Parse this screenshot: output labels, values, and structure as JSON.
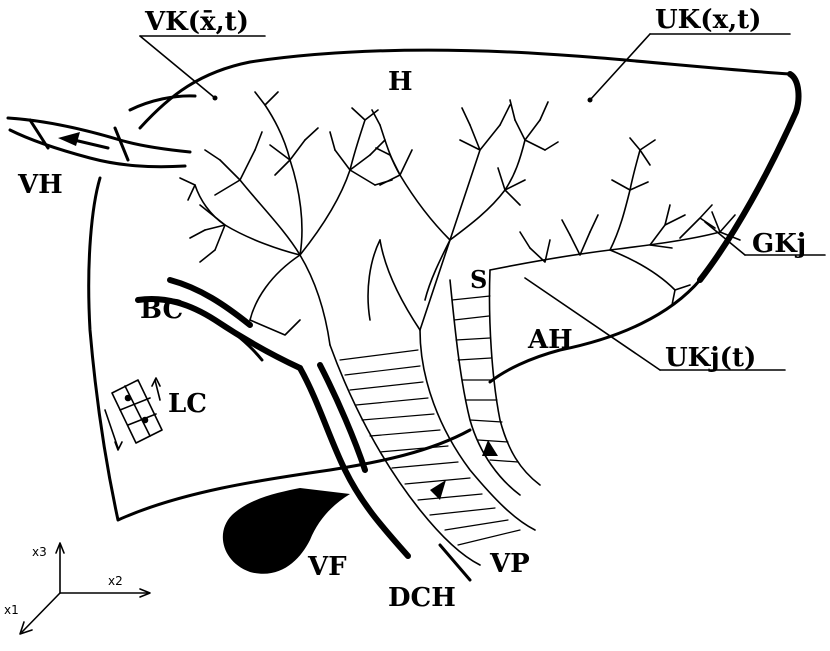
{
  "labels": {
    "vk": "VK(x̄,t)",
    "uk": "UK(x,t)",
    "h": "H",
    "vh": "VH",
    "bc": "BC",
    "s": "S",
    "ah": "AH",
    "gkj": "GKj",
    "ukj": "UKj(t)",
    "lc": "LC",
    "vf": "VF",
    "vp": "VP",
    "dch": "DCH"
  },
  "axes": {
    "x1": "x1",
    "x2": "x2",
    "x3": "x3"
  }
}
